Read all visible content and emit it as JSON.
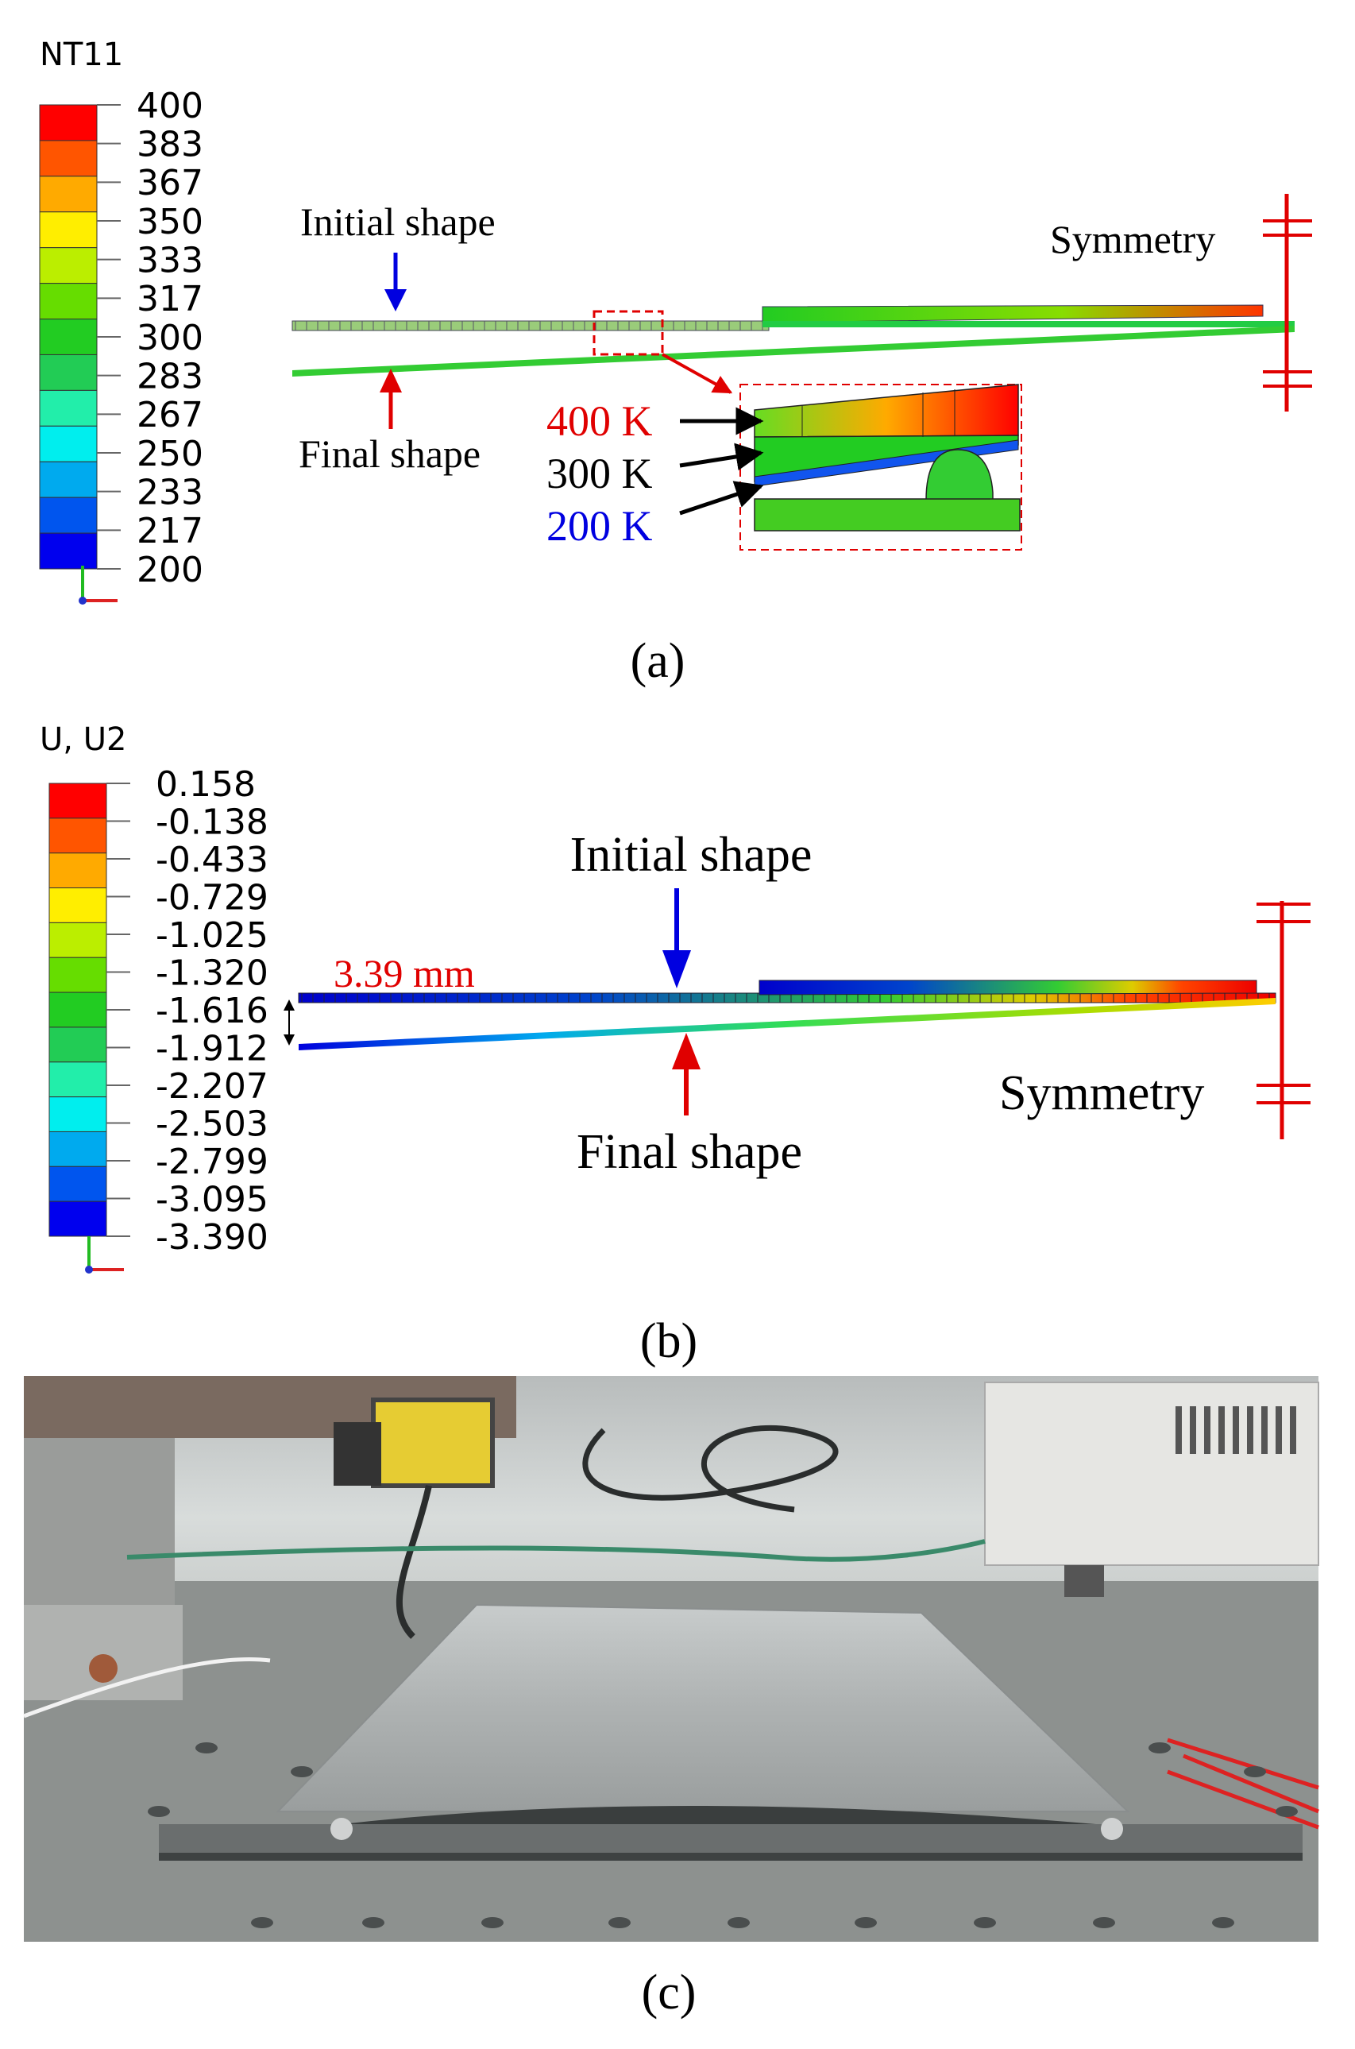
{
  "panel_a": {
    "legend_title": "NT11",
    "legend_values": [
      "400",
      "383",
      "367",
      "350",
      "333",
      "317",
      "300",
      "283",
      "267",
      "250",
      "233",
      "217",
      "200"
    ],
    "legend_colors": [
      "#ff0000",
      "#ff5500",
      "#ffaa00",
      "#ffee00",
      "#bbee00",
      "#66dd00",
      "#22cc22",
      "#22cc55",
      "#22eeaa",
      "#00eeee",
      "#00aaee",
      "#0055ee",
      "#0000ee"
    ],
    "initial_label": "Initial shape",
    "final_label": "Final shape",
    "symmetry_label": "Symmetry",
    "temp_labels": [
      {
        "text": "400 K",
        "color": "#e00000"
      },
      {
        "text": "300 K",
        "color": "#000000"
      },
      {
        "text": "200 K",
        "color": "#0000e0"
      }
    ],
    "caption": "(a)"
  },
  "panel_b": {
    "legend_title": "U, U2",
    "legend_values": [
      "0.158",
      "-0.138",
      "-0.433",
      "-0.729",
      "-1.025",
      "-1.320",
      "-1.616",
      "-1.912",
      "-2.207",
      "-2.503",
      "-2.799",
      "-3.095",
      "-3.390"
    ],
    "legend_colors": [
      "#ff0000",
      "#ff5500",
      "#ffaa00",
      "#ffee00",
      "#bbee00",
      "#66dd00",
      "#22cc22",
      "#22cc55",
      "#22eeaa",
      "#00eeee",
      "#00aaee",
      "#0055ee",
      "#0000ee"
    ],
    "initial_label": "Initial shape",
    "final_label": "Final shape",
    "symmetry_label": "Symmetry",
    "deflection_label": "3.39 mm",
    "caption": "(b)"
  },
  "panel_c": {
    "caption": "(c)"
  },
  "colors": {
    "red": "#e00000",
    "blue": "#0000e0",
    "black": "#000000"
  }
}
